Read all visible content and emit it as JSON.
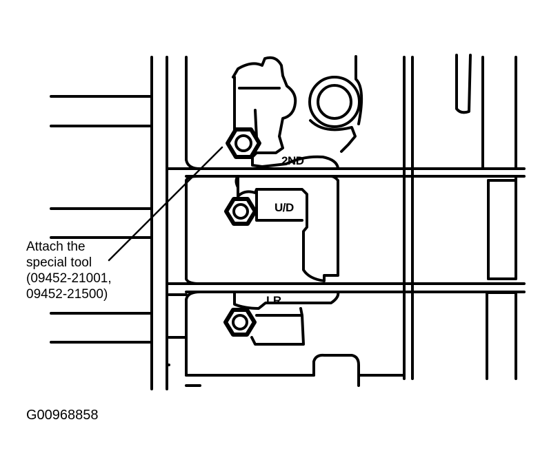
{
  "callout": {
    "line1": "Attach the",
    "line2": "special tool",
    "line3": "(09452-21001,",
    "line4": "09452-21500)"
  },
  "ports": {
    "top": "2ND",
    "middle": "U/D",
    "bottom": "LR"
  },
  "figure_id": "G00968858"
}
